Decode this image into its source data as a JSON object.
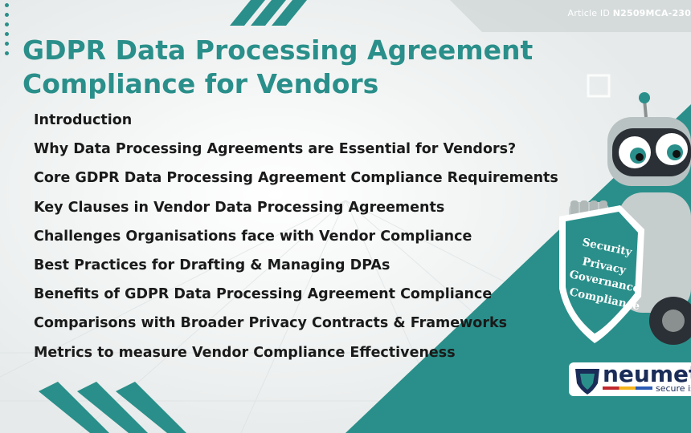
{
  "article_id": {
    "label": "Article ID",
    "value": "N2509MCA-230"
  },
  "title": "GDPR Data Processing Agreement Compliance for Vendors",
  "toc": [
    "Introduction",
    "Why Data Processing Agreements are Essential for Vendors?",
    "Core GDPR Data Processing Agreement Compliance Requirements",
    "Key Clauses in Vendor Data Processing Agreements",
    "Challenges Organisations face with Vendor Compliance",
    "Best Practices for Drafting & Managing DPAs",
    "Benefits of GDPR Data Processing Agreement Compliance",
    "Comparisons with Broader Privacy Contracts & Frameworks",
    "Metrics to measure Vendor Compliance Effectiveness"
  ],
  "shield": {
    "words": [
      "Security",
      "Privacy",
      "Governance",
      "Compliance"
    ]
  },
  "logo": {
    "name": "neumet",
    "tagline": "secure is"
  },
  "colors": {
    "teal": "#2a8f8a",
    "text": "#1a1a1a",
    "navy": "#1a2c58"
  }
}
